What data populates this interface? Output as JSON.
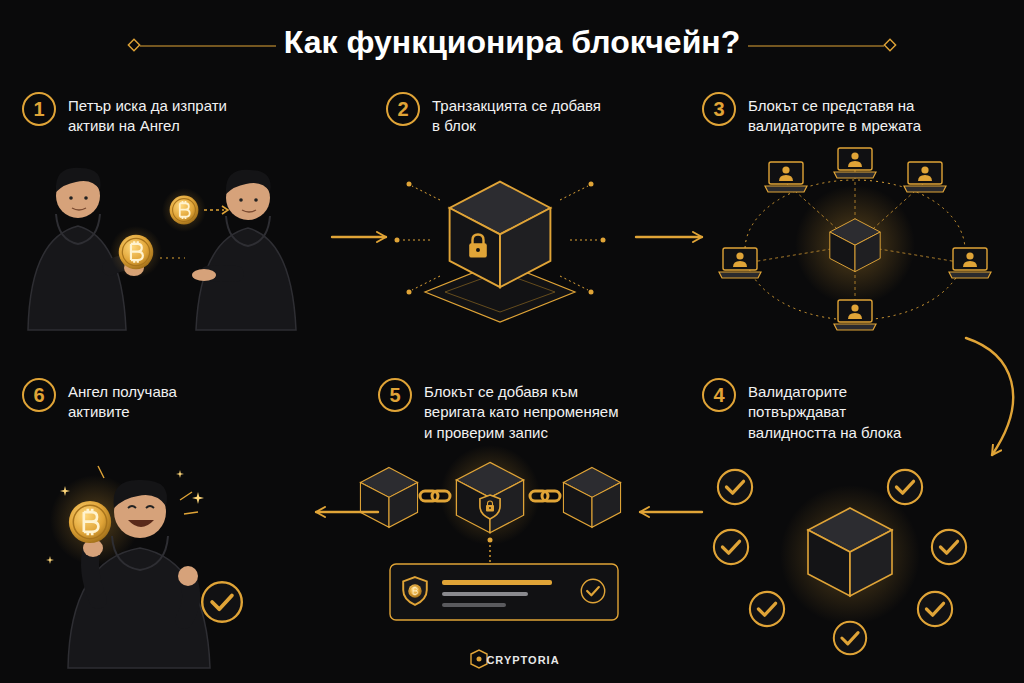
{
  "diagram": {
    "title": "Как функционира блокчейн?",
    "nodes": [
      {
        "text": [
          "1",
          "Петър иска да изпрати активи на Ангел"
        ]
      },
      {
        "text": [
          "2",
          "Транзакцията се добавя в блок"
        ]
      },
      {
        "text": [
          "3",
          "Блокът се представя на валидаторите в мрежата"
        ]
      },
      {
        "text": [
          "4",
          "Валидаторите потвърждават валидността на блока"
        ]
      },
      {
        "text": [
          "5",
          "Блокът се добавя към веригата като непроменяем и проверим запис"
        ]
      },
      {
        "text": [
          "6",
          "Ангел получава активите"
        ]
      }
    ],
    "edges": [
      {
        "from": 0,
        "to": 1,
        "arrow": "to"
      },
      {
        "from": 1,
        "to": 2,
        "arrow": "to"
      },
      {
        "from": 2,
        "to": 3,
        "arrow": "to"
      },
      {
        "from": 3,
        "to": 4,
        "arrow": "to"
      },
      {
        "from": 4,
        "to": 5,
        "arrow": "to"
      }
    ],
    "labels": [
      "CRYPTORIA"
    ]
  }
}
